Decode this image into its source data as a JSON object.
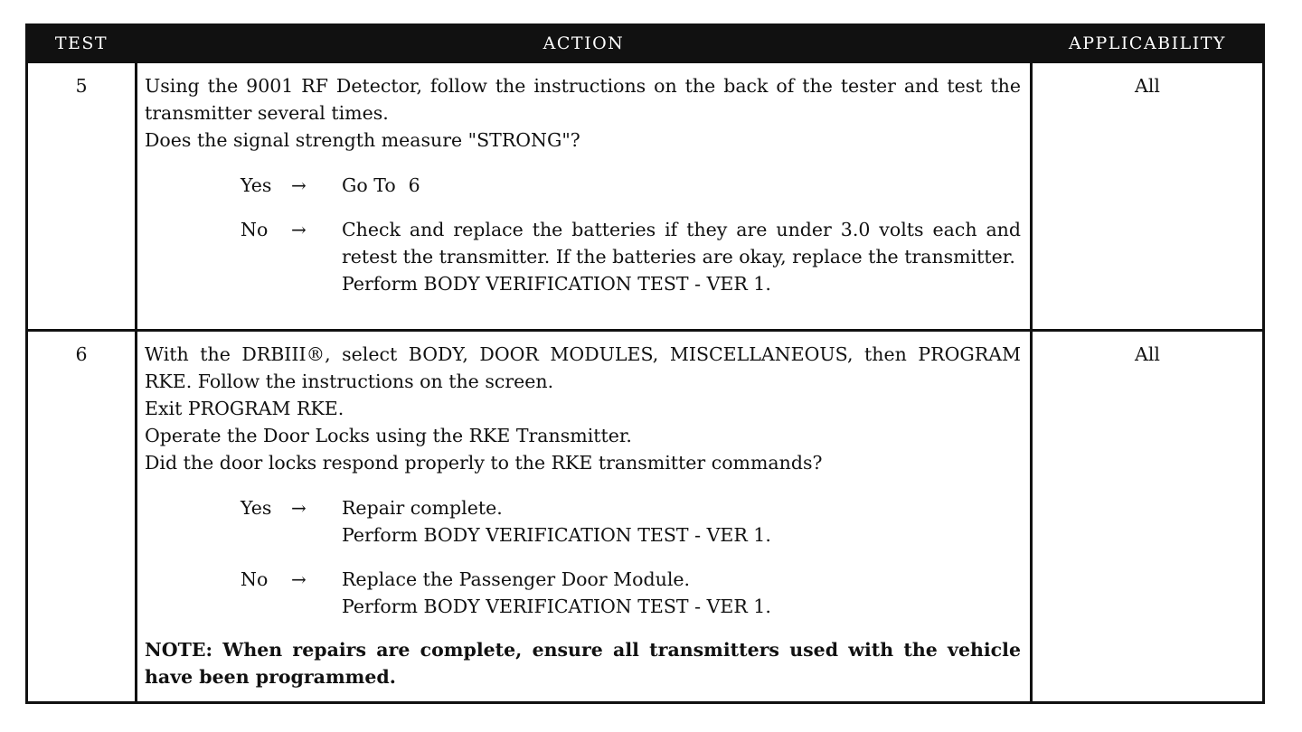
{
  "header": {
    "test": "TEST",
    "action": "ACTION",
    "applicability": "APPLICABILITY"
  },
  "rows": [
    {
      "test": "5",
      "action_lines": [
        "Using the 9001 RF Detector, follow the instructions on the back of the tester and test the transmitter several times.",
        "Does the signal strength measure \"STRONG\"?"
      ],
      "yes_label": "Yes",
      "yes_text": "Go To",
      "yes_goto": "6",
      "no_label": "No",
      "no_lines": [
        "Check and replace the batteries if they are under 3.0 volts each and retest the transmitter. If the batteries are okay, replace the transmitter.",
        "Perform BODY VERIFICATION TEST - VER 1."
      ],
      "applicability": "All"
    },
    {
      "test": "6",
      "action_lines": [
        "With the DRBIII®, select BODY, DOOR MODULES, MISCELLANEOUS, then PROGRAM RKE. Follow the instructions on the screen.",
        "Exit PROGRAM RKE.",
        "Operate the Door Locks using the RKE Transmitter.",
        "Did the door locks respond properly to the RKE transmitter commands?"
      ],
      "yes_label": "Yes",
      "yes_lines": [
        "Repair complete.",
        "Perform BODY VERIFICATION TEST - VER 1."
      ],
      "no_label": "No",
      "no_lines": [
        "Replace the Passenger Door Module.",
        "Perform BODY VERIFICATION TEST - VER 1."
      ],
      "note": "NOTE: When repairs are complete, ensure all transmitters used with the vehicle have been programmed.",
      "applicability": "All"
    }
  ],
  "arrow_glyph": "→"
}
